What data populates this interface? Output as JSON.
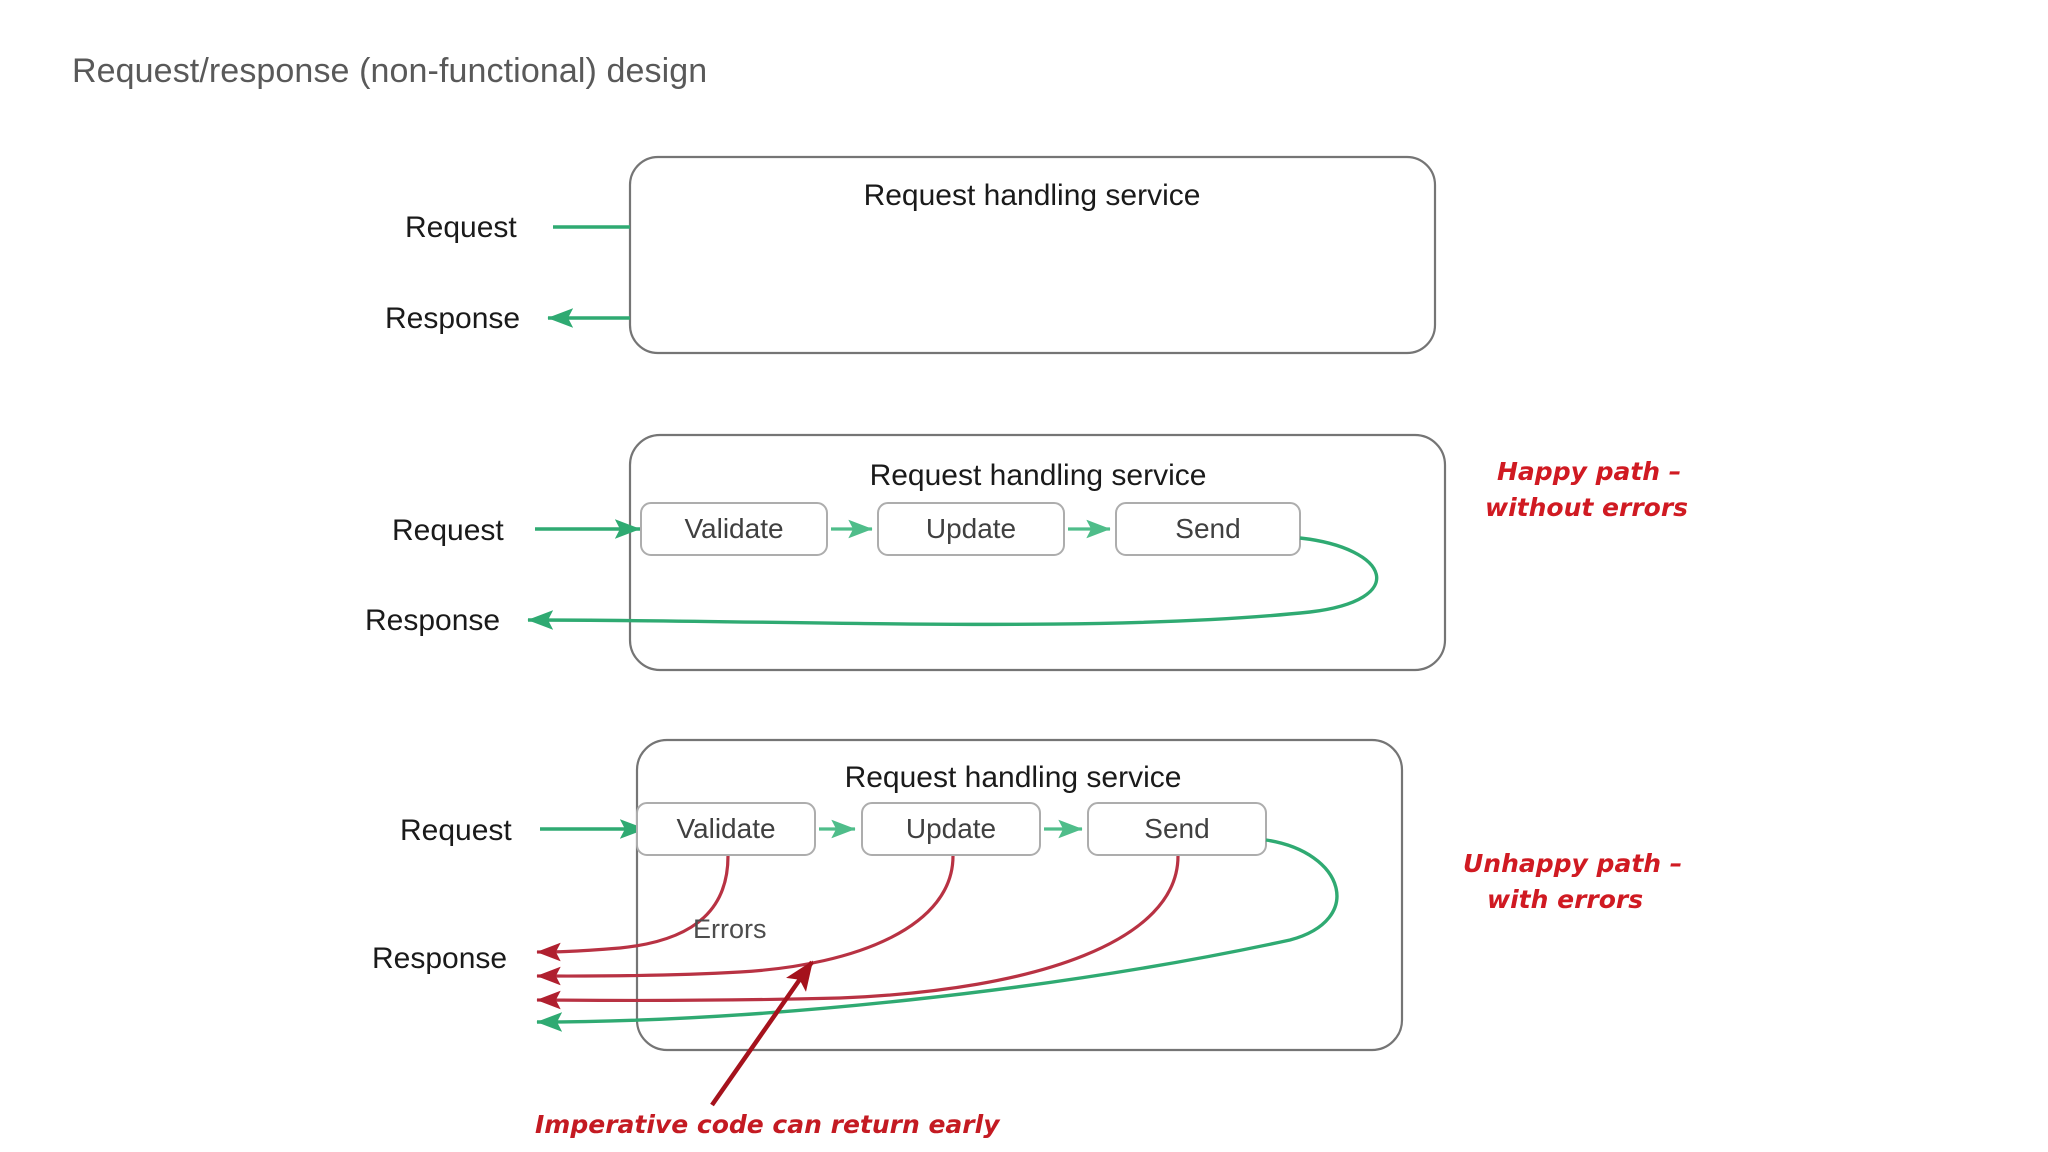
{
  "page": {
    "title": "Request/response (non-functional) design",
    "background": "#ffffff"
  },
  "colors": {
    "title_text": "#595959",
    "body_text": "#262626",
    "box_stroke": "#757575",
    "step_stroke": "#adadad",
    "flow_success": "#2faa72",
    "flow_success_light": "#4fbd8a",
    "flow_error": "#b0202f",
    "annotation_red": "#d01a22"
  },
  "diagrams": [
    {
      "id": "diagram-1",
      "service_title": "Request handling service",
      "request_label": "Request",
      "response_label": "Response",
      "steps": [],
      "annotation": null
    },
    {
      "id": "diagram-2",
      "service_title": "Request handling service",
      "request_label": "Request",
      "response_label": "Response",
      "steps": [
        "Validate",
        "Update",
        "Send"
      ],
      "annotation": {
        "line1": "Happy path –",
        "line2": "without errors"
      }
    },
    {
      "id": "diagram-3",
      "service_title": "Request handling service",
      "request_label": "Request",
      "response_label": "Response",
      "steps": [
        "Validate",
        "Update",
        "Send"
      ],
      "errors_label": "Errors",
      "annotation": {
        "line1": "Unhappy path –",
        "line2": "with errors"
      }
    }
  ],
  "bottom_annotation": {
    "text": "Imperative code can return early"
  }
}
